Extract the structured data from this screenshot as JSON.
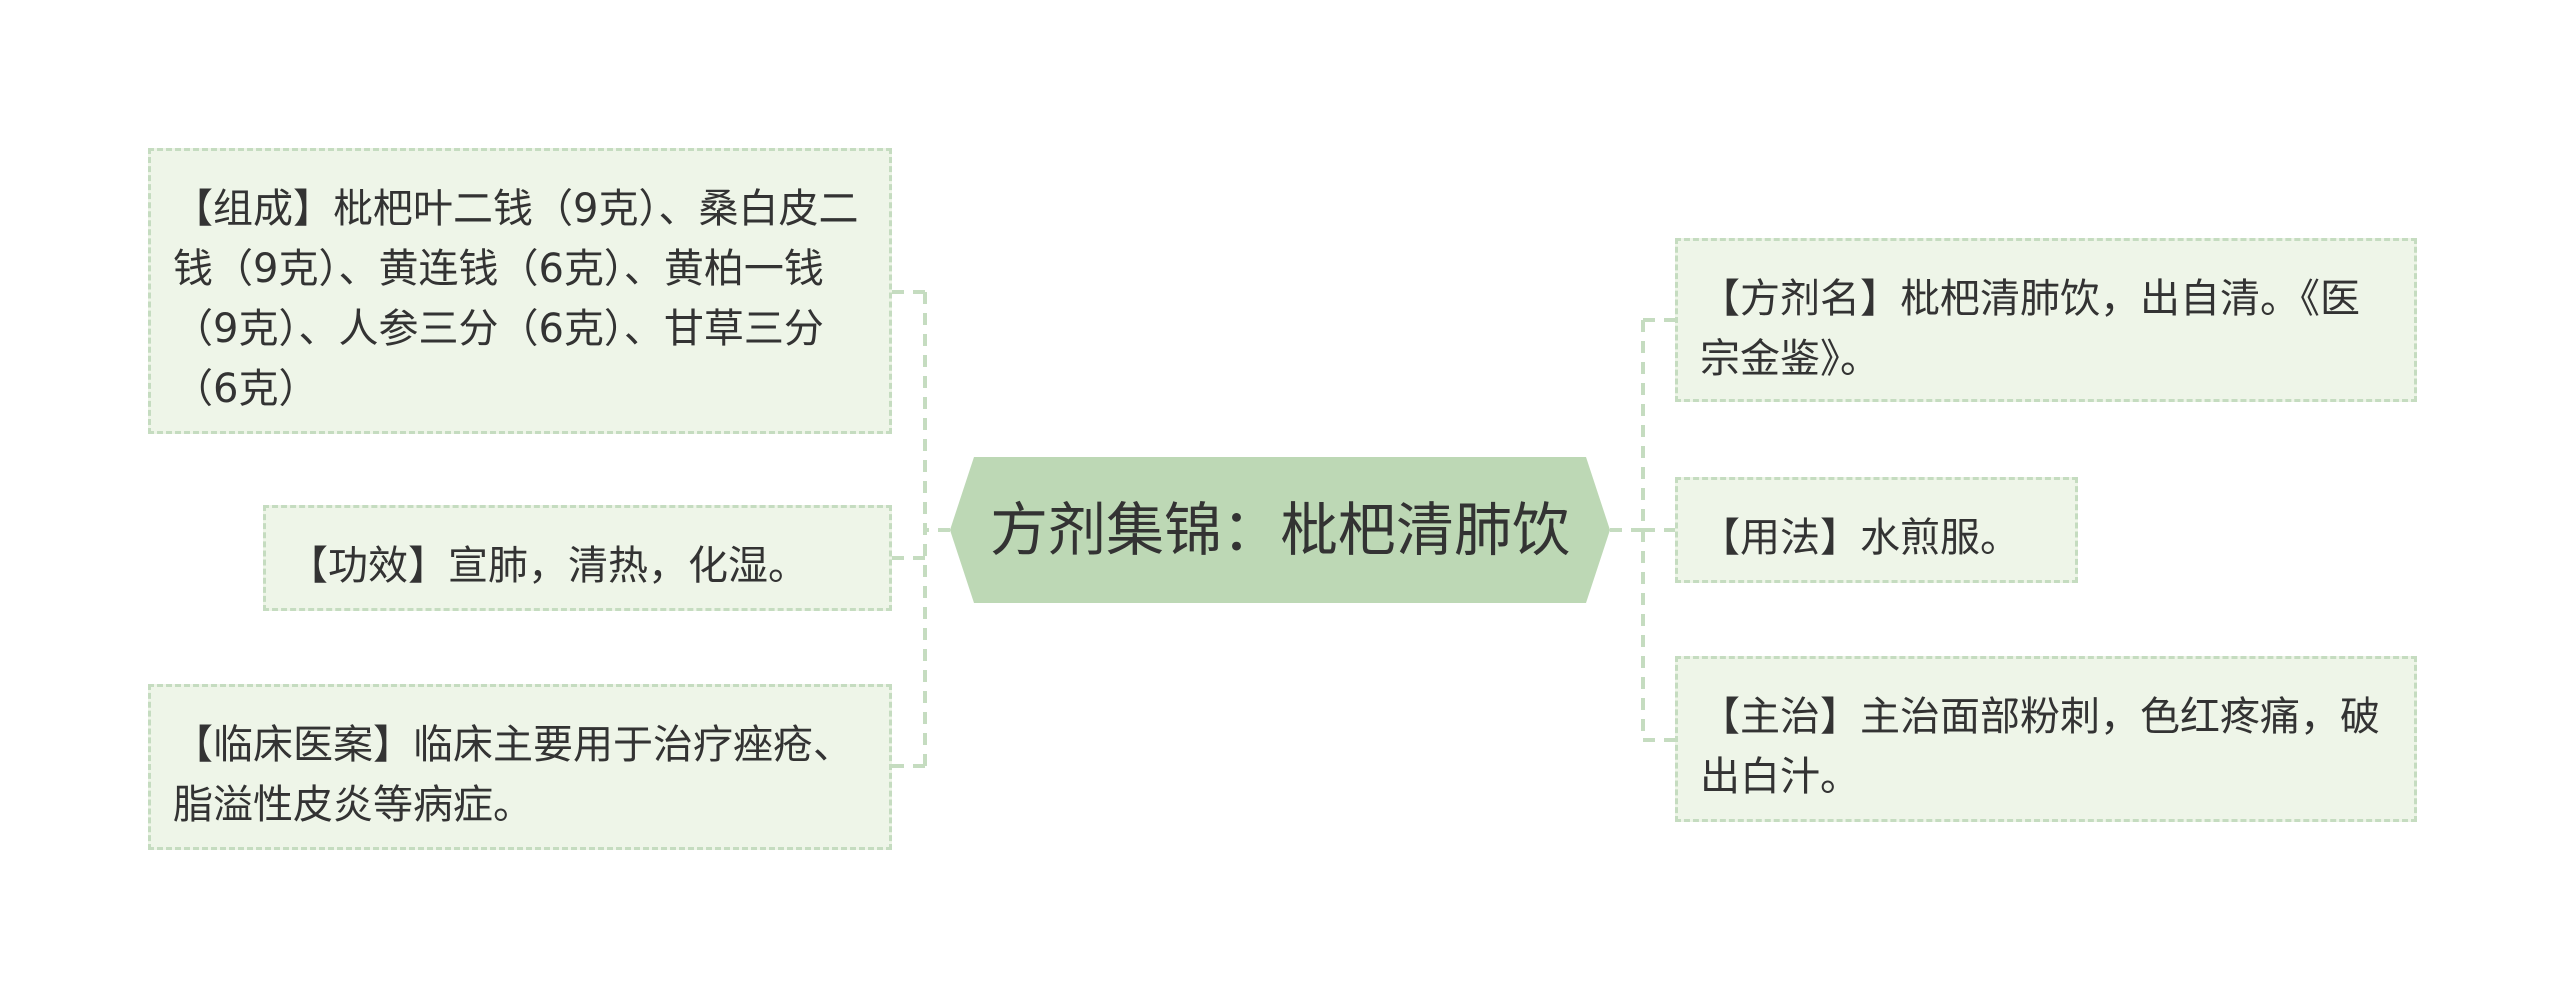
{
  "colors": {
    "node_background": "#eef5e8",
    "node_border": "#c5dcc0",
    "center_fill": "#bdd8b5",
    "connector": "#c5dcc0",
    "text": "#333333"
  },
  "center": {
    "title": "方剂集锦：枇杷清肺饮"
  },
  "left_nodes": [
    {
      "text": "【组成】枇杷叶二钱（9克）、桑白皮二钱（9克）、黄连钱（6克）、黄柏一钱（9克）、人参三分（6克）、甘草三分（6克）"
    },
    {
      "text": "【功效】宣肺，清热，化湿。"
    },
    {
      "text": "【临床医案】临床主要用于治疗痤疮、脂溢性皮炎等病症。"
    }
  ],
  "right_nodes": [
    {
      "text": "【方剂名】枇杷清肺饮，出自清。《医宗金鉴》。"
    },
    {
      "text": "【用法】水煎服。"
    },
    {
      "text": "【主治】主治面部粉刺，色红疼痛，破出白汁。"
    }
  ]
}
